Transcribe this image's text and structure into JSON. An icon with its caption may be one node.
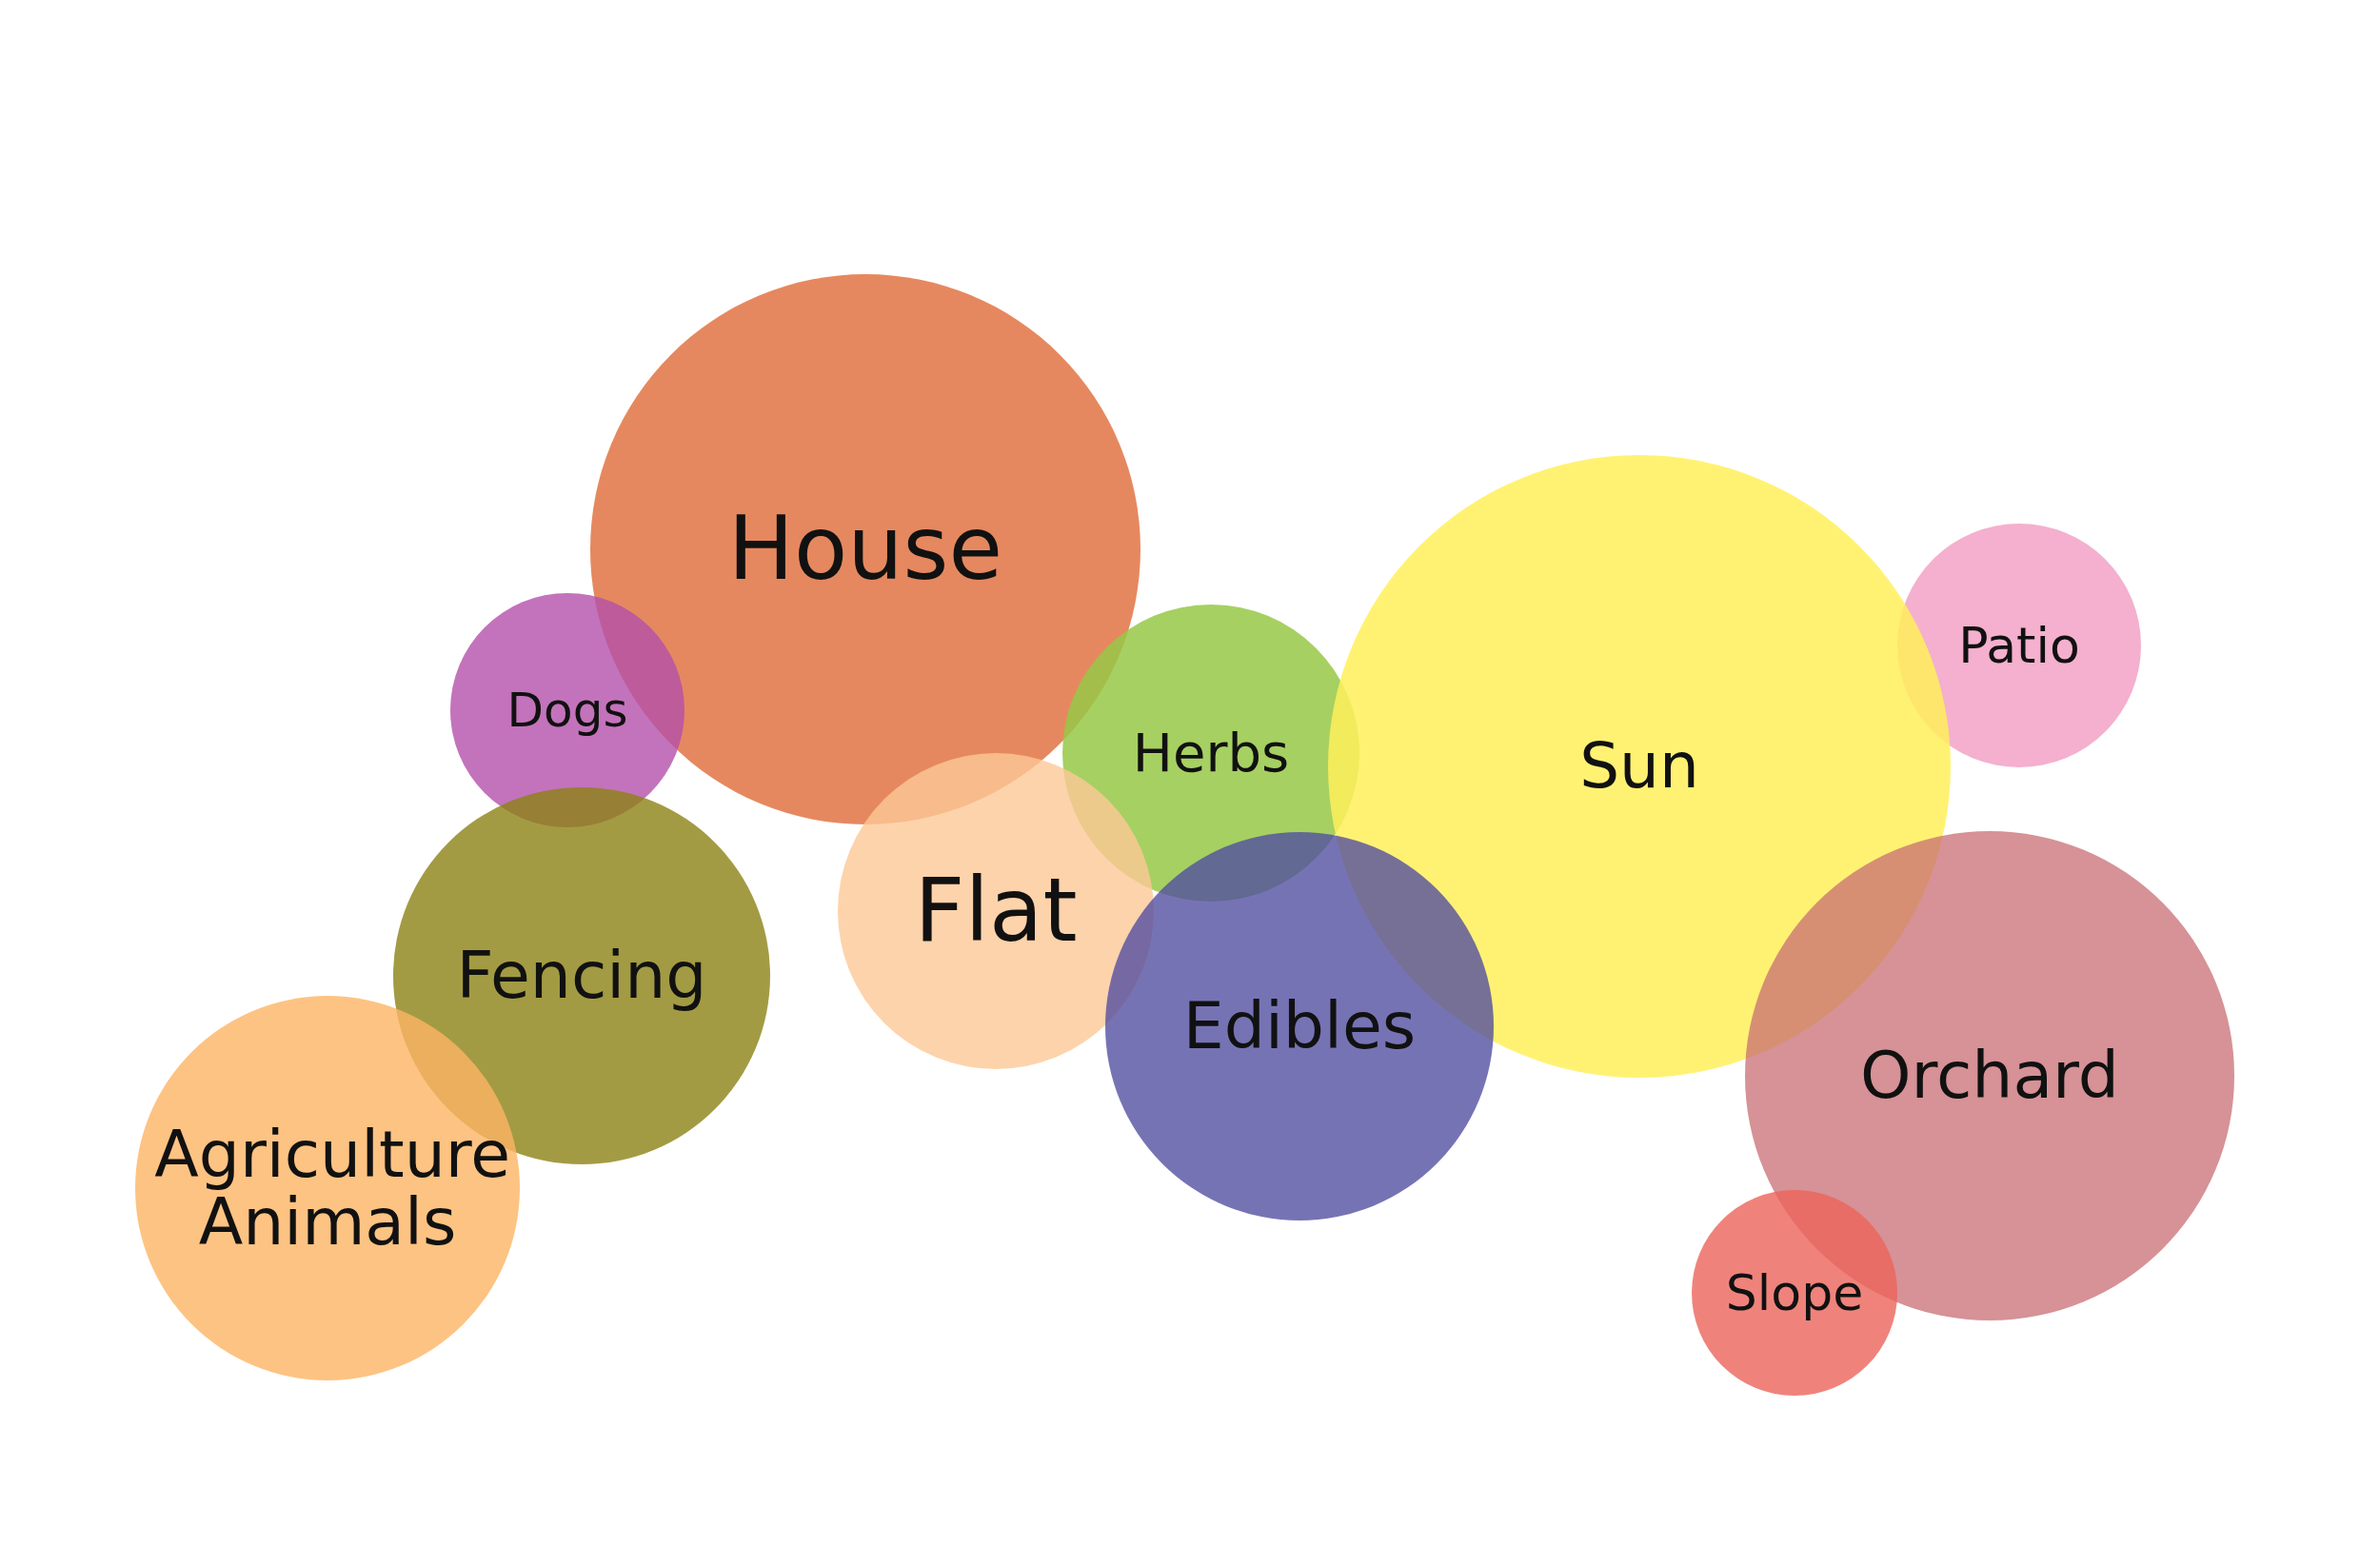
{
  "diagram": {
    "nodes": [
      {
        "text": [
          "House"
        ]
      },
      {
        "text": [
          "Patio"
        ]
      },
      {
        "text": [
          "Dogs"
        ]
      },
      {
        "text": [
          "Herbs"
        ]
      },
      {
        "text": [
          "Sun"
        ]
      },
      {
        "text": [
          "Flat"
        ]
      },
      {
        "text": [
          "Fencing"
        ]
      },
      {
        "text": [
          "Edibles"
        ]
      },
      {
        "text": [
          "Orchard"
        ]
      },
      {
        "text": [
          "Agriculture Animals"
        ]
      },
      {
        "text": [
          "Slope"
        ]
      }
    ],
    "edges": []
  }
}
